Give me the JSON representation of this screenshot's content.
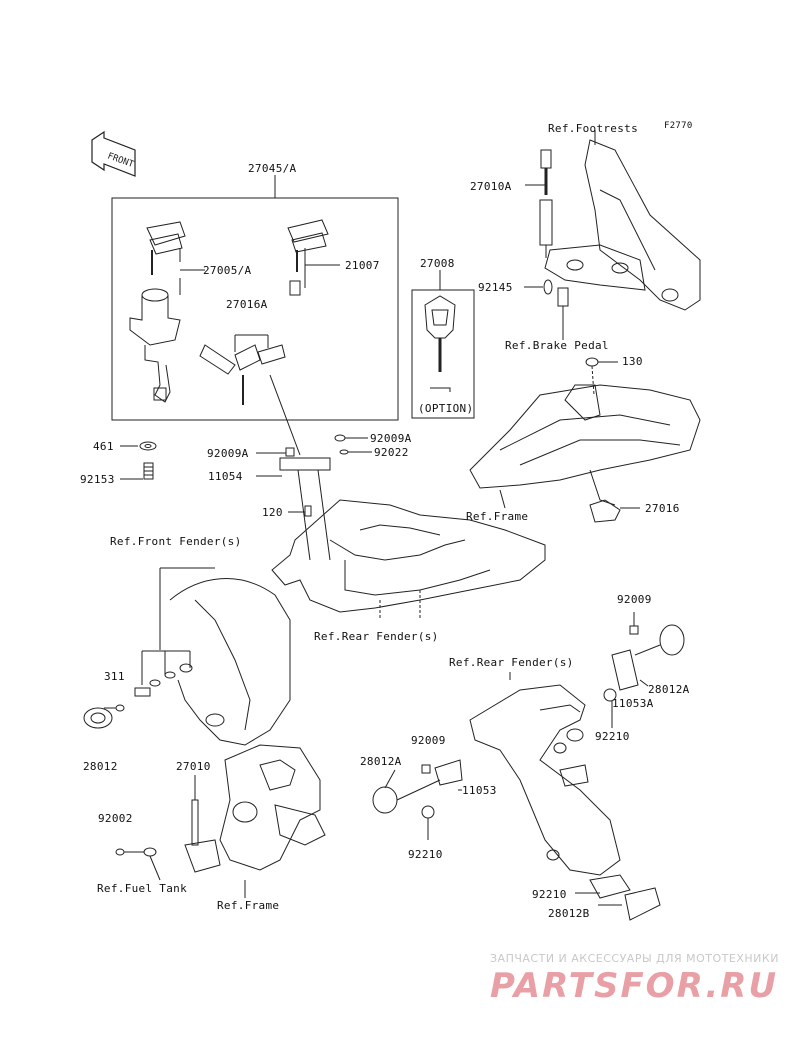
{
  "figure_code": "F2770",
  "front_label": "FRONT",
  "option_label": "(OPTION)",
  "parts": [
    {
      "id": "p1",
      "label": "27045/A"
    },
    {
      "id": "p2",
      "label": "27005/A"
    },
    {
      "id": "p3",
      "label": "21007"
    },
    {
      "id": "p4",
      "label": "27016A"
    },
    {
      "id": "p5",
      "label": "27008"
    },
    {
      "id": "p6",
      "label": "27010A"
    },
    {
      "id": "p7",
      "label": "92145"
    },
    {
      "id": "p8",
      "label": "130"
    },
    {
      "id": "p9",
      "label": "461"
    },
    {
      "id": "p10",
      "label": "92153"
    },
    {
      "id": "p11",
      "label": "92009A"
    },
    {
      "id": "p12",
      "label": "92009A"
    },
    {
      "id": "p13",
      "label": "92022"
    },
    {
      "id": "p14",
      "label": "11054"
    },
    {
      "id": "p15",
      "label": "120"
    },
    {
      "id": "p16",
      "label": "27016"
    },
    {
      "id": "p17",
      "label": "311"
    },
    {
      "id": "p18",
      "label": "28012"
    },
    {
      "id": "p19",
      "label": "27010"
    },
    {
      "id": "p20",
      "label": "92002"
    },
    {
      "id": "p21",
      "label": "92009"
    },
    {
      "id": "p22",
      "label": "28012A"
    },
    {
      "id": "p23",
      "label": "11053A"
    },
    {
      "id": "p24",
      "label": "92210"
    },
    {
      "id": "p25",
      "label": "92009"
    },
    {
      "id": "p26",
      "label": "28012A"
    },
    {
      "id": "p27",
      "label": "11053"
    },
    {
      "id": "p28",
      "label": "92210"
    },
    {
      "id": "p29",
      "label": "92210"
    },
    {
      "id": "p30",
      "label": "28012B"
    }
  ],
  "refs": [
    {
      "id": "r1",
      "label": "Ref.Footrests"
    },
    {
      "id": "r2",
      "label": "Ref.Brake Pedal"
    },
    {
      "id": "r3",
      "label": "Ref.Frame"
    },
    {
      "id": "r4",
      "label": "Ref.Front Fender(s)"
    },
    {
      "id": "r5",
      "label": "Ref.Rear Fender(s)"
    },
    {
      "id": "r6",
      "label": "Ref.Rear Fender(s)"
    },
    {
      "id": "r7",
      "label": "Ref.Fuel Tank"
    },
    {
      "id": "r8",
      "label": "Ref.Frame"
    }
  ],
  "watermark": {
    "line1": "ЗАПЧАСТИ И АКСЕССУАРЫ ДЛЯ МОТОТЕХНИКИ",
    "line2": "PARTSFOR.RU",
    "color": "#e8a0a6"
  }
}
